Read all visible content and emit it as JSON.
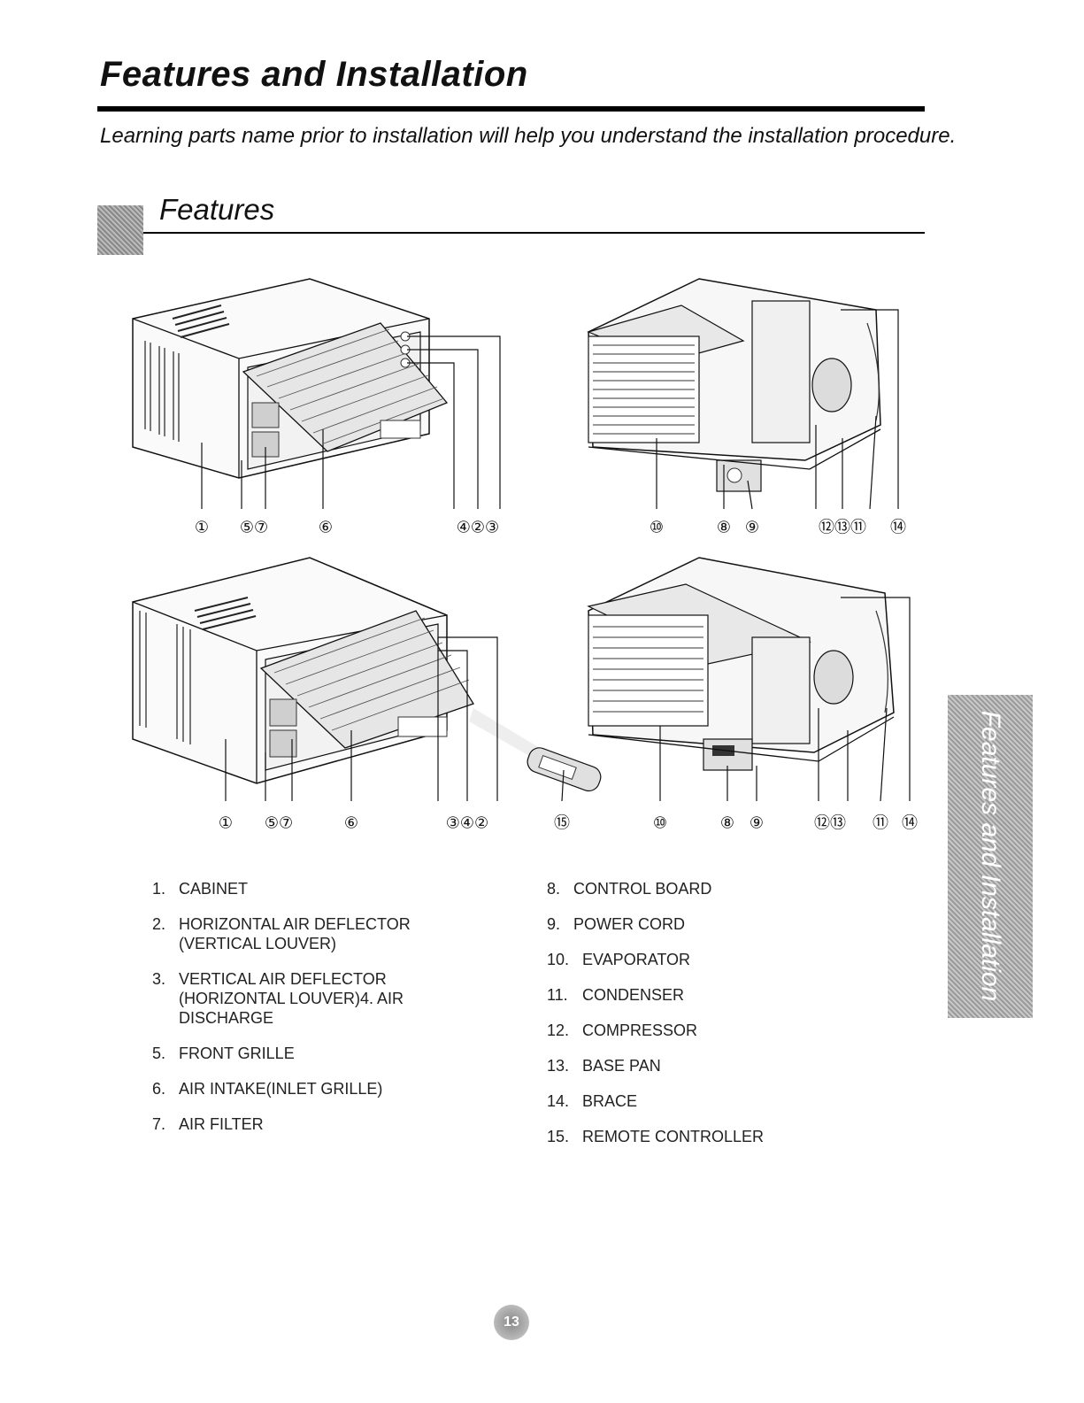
{
  "header": {
    "title": "Features and Installation",
    "intro": "Learning parts name prior to installation will help you understand the installation procedure."
  },
  "section": {
    "title": "Features"
  },
  "diagrams": {
    "top_left_labels": [
      "①",
      "⑤⑦",
      "⑥",
      "④②③"
    ],
    "top_right_labels": [
      "⑩",
      "⑧",
      "⑨",
      "⑫⑬⑪",
      "⑭"
    ],
    "bottom_left_labels": [
      "①",
      "⑤⑦",
      "⑥",
      "③④②",
      "⑮"
    ],
    "bottom_right_labels": [
      "⑩",
      "⑧",
      "⑨",
      "⑫⑬",
      "⑪",
      "⑭"
    ]
  },
  "parts": {
    "left": [
      {
        "num": "1.",
        "text": "CABINET"
      },
      {
        "num": "2.",
        "text": "HORIZONTAL AIR DEFLECTOR",
        "text2": "(VERTICAL LOUVER)"
      },
      {
        "num": "3.",
        "text": "VERTICAL AIR DEFLECTOR",
        "text2": "(HORIZONTAL LOUVER)4. AIR",
        "text3": "DISCHARGE"
      },
      {
        "num": "5.",
        "text": "FRONT GRILLE"
      },
      {
        "num": "6.",
        "text": "AIR INTAKE(INLET GRILLE)"
      },
      {
        "num": "7.",
        "text": "AIR FILTER"
      }
    ],
    "right": [
      {
        "num": "8.",
        "text": "CONTROL BOARD"
      },
      {
        "num": "9.",
        "text": "POWER CORD"
      },
      {
        "num": "10.",
        "text": "EVAPORATOR"
      },
      {
        "num": "11.",
        "text": "CONDENSER"
      },
      {
        "num": "12.",
        "text": "COMPRESSOR"
      },
      {
        "num": "13.",
        "text": "BASE PAN"
      },
      {
        "num": "14.",
        "text": "BRACE"
      },
      {
        "num": "15.",
        "text": "REMOTE CONTROLLER"
      }
    ]
  },
  "side_tab": {
    "text": "Features and Installation"
  },
  "page_number": "13"
}
